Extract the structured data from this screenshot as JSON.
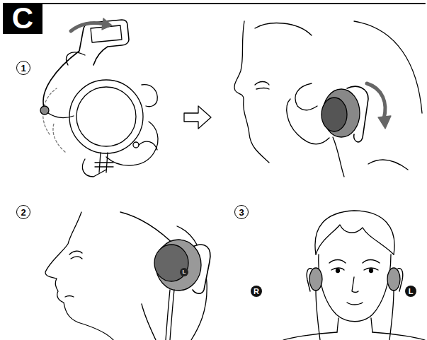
{
  "diagram": {
    "title": "C",
    "labels": [
      "1",
      "2",
      "L",
      "3",
      "R",
      "L"
    ]
  }
}
